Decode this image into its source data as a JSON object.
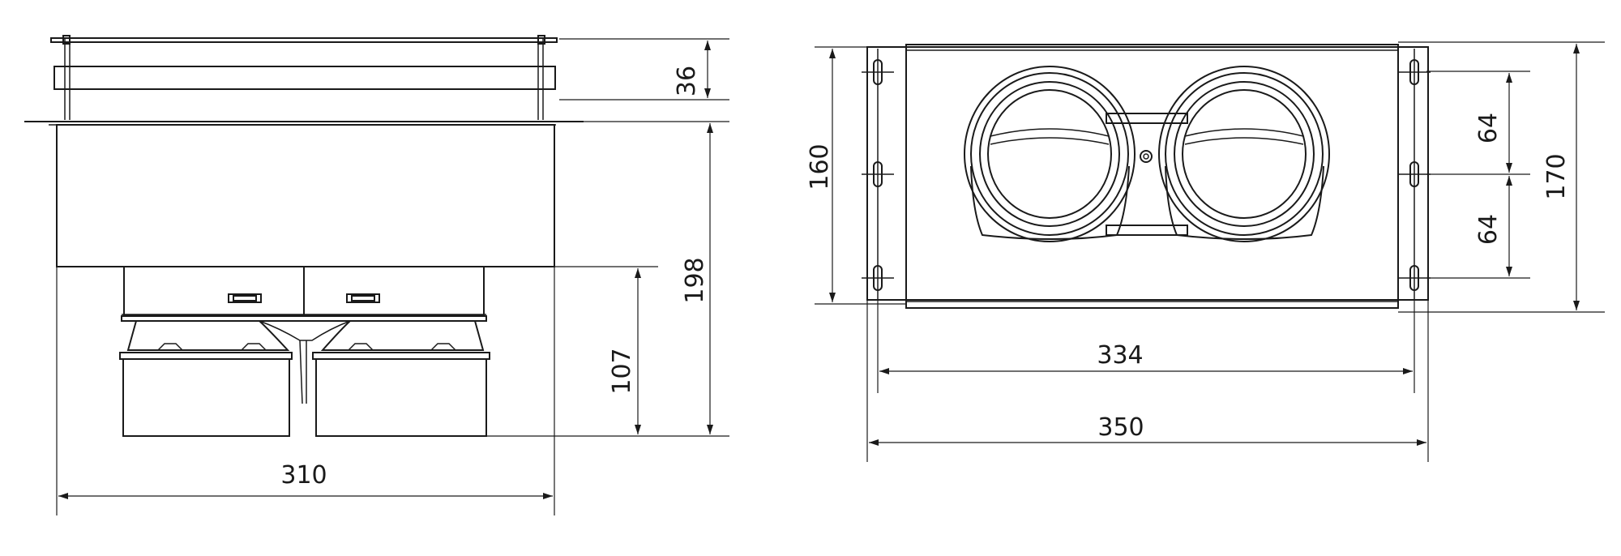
{
  "dimensions": {
    "side_view": {
      "height_top": "36",
      "height_total": "198",
      "height_lower": "107",
      "width": "310"
    },
    "front_view": {
      "height_left": "160",
      "pitch_upper": "64",
      "pitch_lower": "64",
      "height_right": "170",
      "width_inner": "334",
      "width_outer": "350"
    }
  }
}
